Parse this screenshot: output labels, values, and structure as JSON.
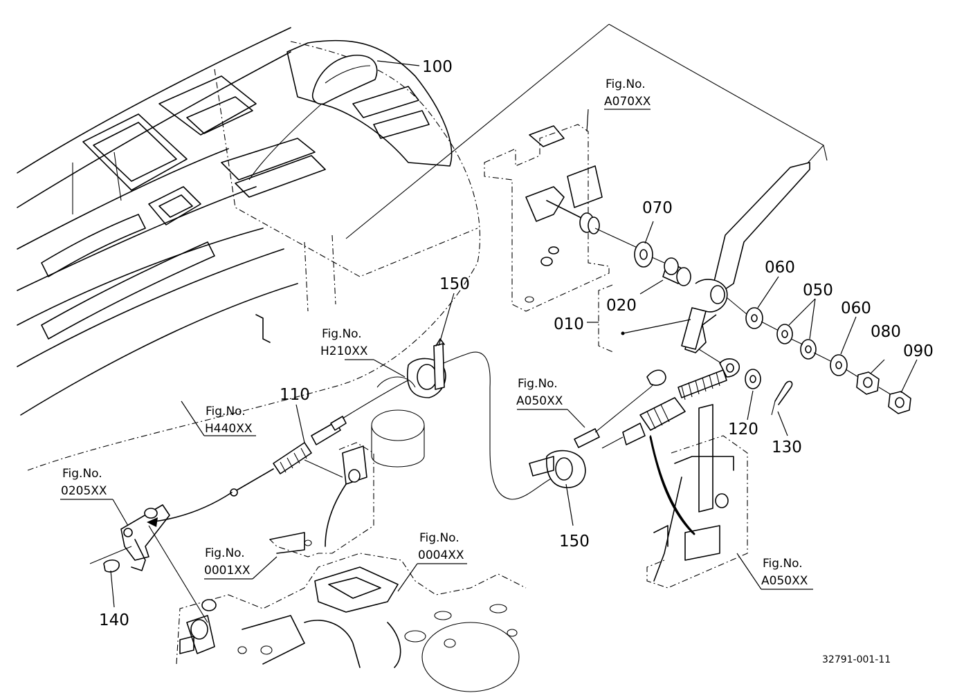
{
  "parts": {
    "p100": "100",
    "p070": "070",
    "p020": "020",
    "p010": "010",
    "p060a": "060",
    "p050": "050",
    "p060b": "060",
    "p080": "080",
    "p090": "090",
    "p150a": "150",
    "p150b": "150",
    "p110": "110",
    "p120": "120",
    "p130": "130",
    "p140": "140"
  },
  "figrefs": {
    "a070": {
      "line1": "Fig.No.",
      "line2": "A070XX"
    },
    "h210": {
      "line1": "Fig.No.",
      "line2": "H210XX"
    },
    "h440": {
      "line1": "Fig.No.",
      "line2": "H440XX"
    },
    "a050a": {
      "line1": "Fig.No.",
      "line2": "A050XX"
    },
    "a050b": {
      "line1": "Fig.No.",
      "line2": "A050XX"
    },
    "f0205": {
      "line1": "Fig.No.",
      "line2": "0205XX"
    },
    "f0001": {
      "line1": "Fig.No.",
      "line2": "0001XX"
    },
    "f0004": {
      "line1": "Fig.No.",
      "line2": "0004XX"
    }
  },
  "drawing_number": "32791-001-11"
}
